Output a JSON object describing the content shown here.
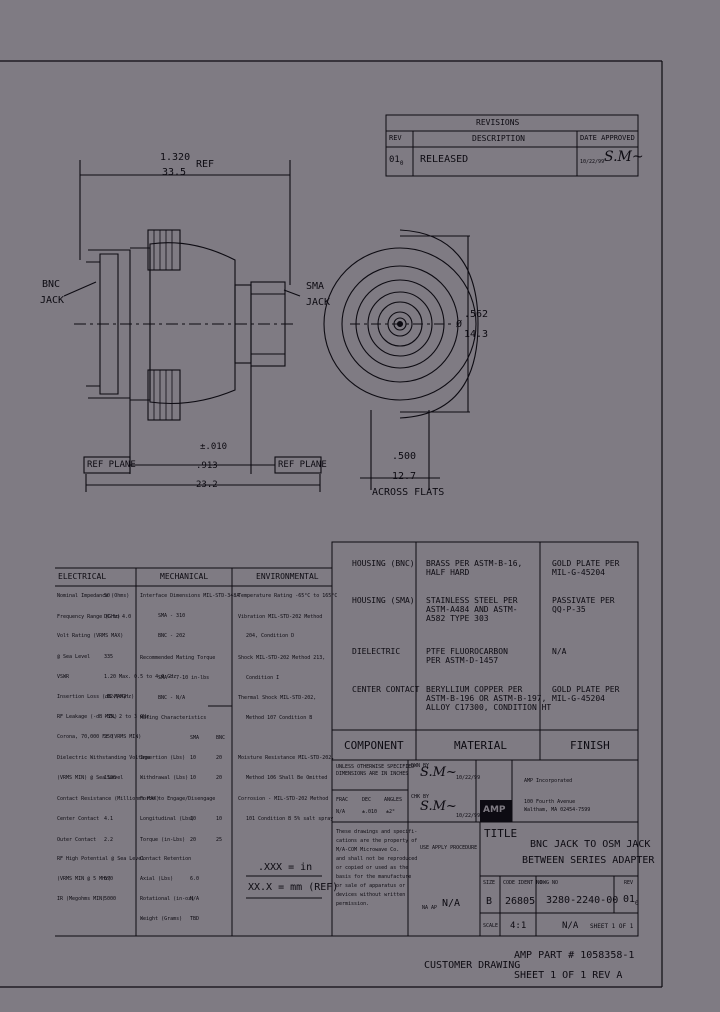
{
  "revisions": {
    "title": "REVISIONS",
    "col_rev": "REV",
    "col_desc": "DESCRIPTION",
    "col_date": "DATE  APPROVED",
    "rev": "01",
    "rev_sub": "0",
    "desc": "RELEASED",
    "date": "10/22/99"
  },
  "drawing": {
    "dim_top_in": "1.320",
    "dim_top_mm": "33.5",
    "dim_top_ref": "REF",
    "bnc_label": [
      "BNC",
      "JACK"
    ],
    "sma_label": [
      "SMA",
      "JACK"
    ],
    "dim_dia_in": ".562",
    "dim_dia_mm": "14.3",
    "dia_symbol": "Ø",
    "ref_plane_left": "REF PLANE",
    "ref_plane_right": "REF PLANE",
    "dim_mid_in": "±.010",
    "dim_mid2_in": ".913",
    "dim_mid_mm": "23.2",
    "dim_flats_in": ".500",
    "dim_flats_mm": "12.7",
    "across_flats": "ACROSS FLATS"
  },
  "electrical": {
    "header": "ELECTRICAL",
    "rows": [
      {
        "label": "Nominal Impedance (Ohms)",
        "value": "50"
      },
      {
        "label": "Frequency Range (GHz)",
        "value": "DC to 4.0"
      },
      {
        "label": "Volt Rating (VRMS MAX)",
        "value": ""
      },
      {
        "label": "@ Sea Level",
        "value": "335"
      },
      {
        "label": "VSWR",
        "value": "1.20 Max. 0.5 to 4.0 GHz"
      },
      {
        "label": "Insertion Loss (dB MAX)",
        "value": ".02√(fGHz)"
      },
      {
        "label": "RF Leakage (-dB MIN)",
        "value": "-55, 2 to 3 GHz"
      },
      {
        "label": "Corona, 70,000 Ft (VRMS MIN)",
        "value": "250"
      },
      {
        "label": "Dielectric Withstanding Voltage",
        "value": ""
      },
      {
        "label": "(VRMS MIN) @ Sea Level",
        "value": "1500"
      },
      {
        "label": "Contact Resistance (Milliohms MAX)",
        "value": ""
      },
      {
        "label": "Center Contact",
        "value": "4.1"
      },
      {
        "label": "Outer Contact",
        "value": "2.2"
      },
      {
        "label": "RF High Potential @ Sea Level",
        "value": ""
      },
      {
        "label": "(VRMS MIN @ 5 MHz)",
        "value": "670"
      },
      {
        "label": "IR (Megohms MIN)",
        "value": "5000"
      }
    ]
  },
  "mechanical": {
    "header": "MECHANICAL",
    "rows": [
      {
        "label": "Interface Dimensions MIL-STD-348A",
        "value": ""
      },
      {
        "label": "SMA - 310",
        "value": ""
      },
      {
        "label": "BNC - 202",
        "value": ""
      },
      {
        "label": "Recommended Mating Torque",
        "value": ""
      },
      {
        "label": "SMA - 7-10 in-lbs",
        "value": ""
      },
      {
        "label": "BNC - N/A",
        "value": ""
      },
      {
        "label": "Mating Characteristics",
        "value": ""
      },
      {
        "label": "",
        "c1": "SMA",
        "c2": "BNC"
      },
      {
        "label": "Insertion (Lbs)",
        "c1": "10",
        "c2": "20"
      },
      {
        "label": "Withdrawal (Lbs)",
        "c1": "10",
        "c2": "20"
      },
      {
        "label": "Force to Engage/Disengage",
        "value": ""
      },
      {
        "label": "Longitudinal (Lbs)",
        "c1": "10",
        "c2": "10"
      },
      {
        "label": "Torque (in-Lbs)",
        "c1": "20",
        "c2": "25"
      },
      {
        "label": "Contact Retention",
        "value": ""
      },
      {
        "label": "Axial (Lbs)",
        "c1": "6.0",
        "c2": ""
      },
      {
        "label": "Rotational (in-oz)",
        "c1": "N/A",
        "c2": ""
      },
      {
        "label": "Weight (Grams)",
        "c1": "TBD",
        "c2": ""
      }
    ]
  },
  "environmental": {
    "header": "ENVIRONMENTAL",
    "rows": [
      "Temperature Rating -65°C to 165°C",
      "Vibration MIL-STD-202 Method",
      "204, Condition D",
      "Shock MIL-STD-202 Method 213,",
      "Condition I",
      "Thermal Shock MIL-STD-202,",
      "Method 107 Condition B",
      "",
      "Moisture Resistance MIL-STD-202,",
      "Method 106 Shall Be Omitted",
      "Corrosion - MIL-STD-202 Method",
      "101 Condition B  5% salt spray"
    ]
  },
  "tolerance": {
    "line1": ".XXX = in",
    "line2": "XX.X = mm (REF)"
  },
  "materials": {
    "rows": [
      {
        "component": "HOUSING (BNC)",
        "material": [
          "BRASS PER ASTM-B-16,",
          "HALF HARD"
        ],
        "finish": [
          "GOLD PLATE PER",
          "MIL-G-45204"
        ]
      },
      {
        "component": "HOUSING (SMA)",
        "material": [
          "STAINLESS STEEL PER",
          "ASTM-A484 AND ASTM-",
          "A582 TYPE 303"
        ],
        "finish": [
          "PASSIVATE PER",
          "QQ-P-35"
        ]
      },
      {
        "component": "DIELECTRIC",
        "material": [
          "PTFE FLUOROCARBON",
          "PER ASTM-D-1457"
        ],
        "finish": [
          "N/A"
        ]
      },
      {
        "component": "CENTER CONTACT",
        "material": [
          "BERYLLIUM COPPER PER",
          "ASTM-B-196 OR ASTM-B-197,",
          "ALLOY C17300, CONDITION HT"
        ],
        "finish": [
          "GOLD PLATE PER",
          "MIL-G-45204"
        ]
      }
    ],
    "col_component": "COMPONENT",
    "col_material": "MATERIAL",
    "col_finish": "FINISH"
  },
  "title_block": {
    "unless": [
      "UNLESS OTHERWISE SPECIFIED",
      "DIMENSIONS ARE IN INCHES"
    ],
    "tol_headers": [
      "FRAC",
      "DEC",
      "ANGLES"
    ],
    "tol_values": [
      "N/A",
      "±.010",
      "±2°"
    ],
    "proprietary": [
      "These drawings and specifi-",
      "cations are the property of",
      "M/A-COM Microwave Co.",
      "and shall not be reproduced",
      "or copied or used as the",
      "basis for the manufacture",
      "or sale of apparatus or",
      "devices without written",
      "permission."
    ],
    "dwn_by": "DWN BY",
    "dwn_date": "10/22/99",
    "chk_by": "CHK BY",
    "chk_date": "10/22/99",
    "use_apply": "USE APPLY PROCEDURE",
    "na_ap": "NA AP",
    "na_value": "N/A",
    "company": [
      "AMP Incorporated",
      "",
      "100 Fourth Avenue",
      "Waltham, MA 02454-7599"
    ],
    "logo": "AMP",
    "title_label": "TITLE",
    "title": [
      "BNC JACK TO OSM JACK",
      "BETWEEN SERIES ADAPTER"
    ],
    "size_label": "SIZE",
    "size": "B",
    "code_label": "CODE IDENT NO",
    "code": "26805",
    "dwg_label": "DWG NO",
    "dwg_no": "3280-2240-00",
    "rev_label": "REV",
    "rev": "01",
    "rev_sub": "0",
    "scale_label": "SCALE",
    "scale": "4:1",
    "scale_na": "N/A",
    "sheet": "SHEET 1 OF 1"
  },
  "footer": {
    "customer": "CUSTOMER DRAWING",
    "amp_part": "AMP PART # 1058358-1",
    "sheet_rev": "SHEET 1 OF 1  REV A"
  }
}
